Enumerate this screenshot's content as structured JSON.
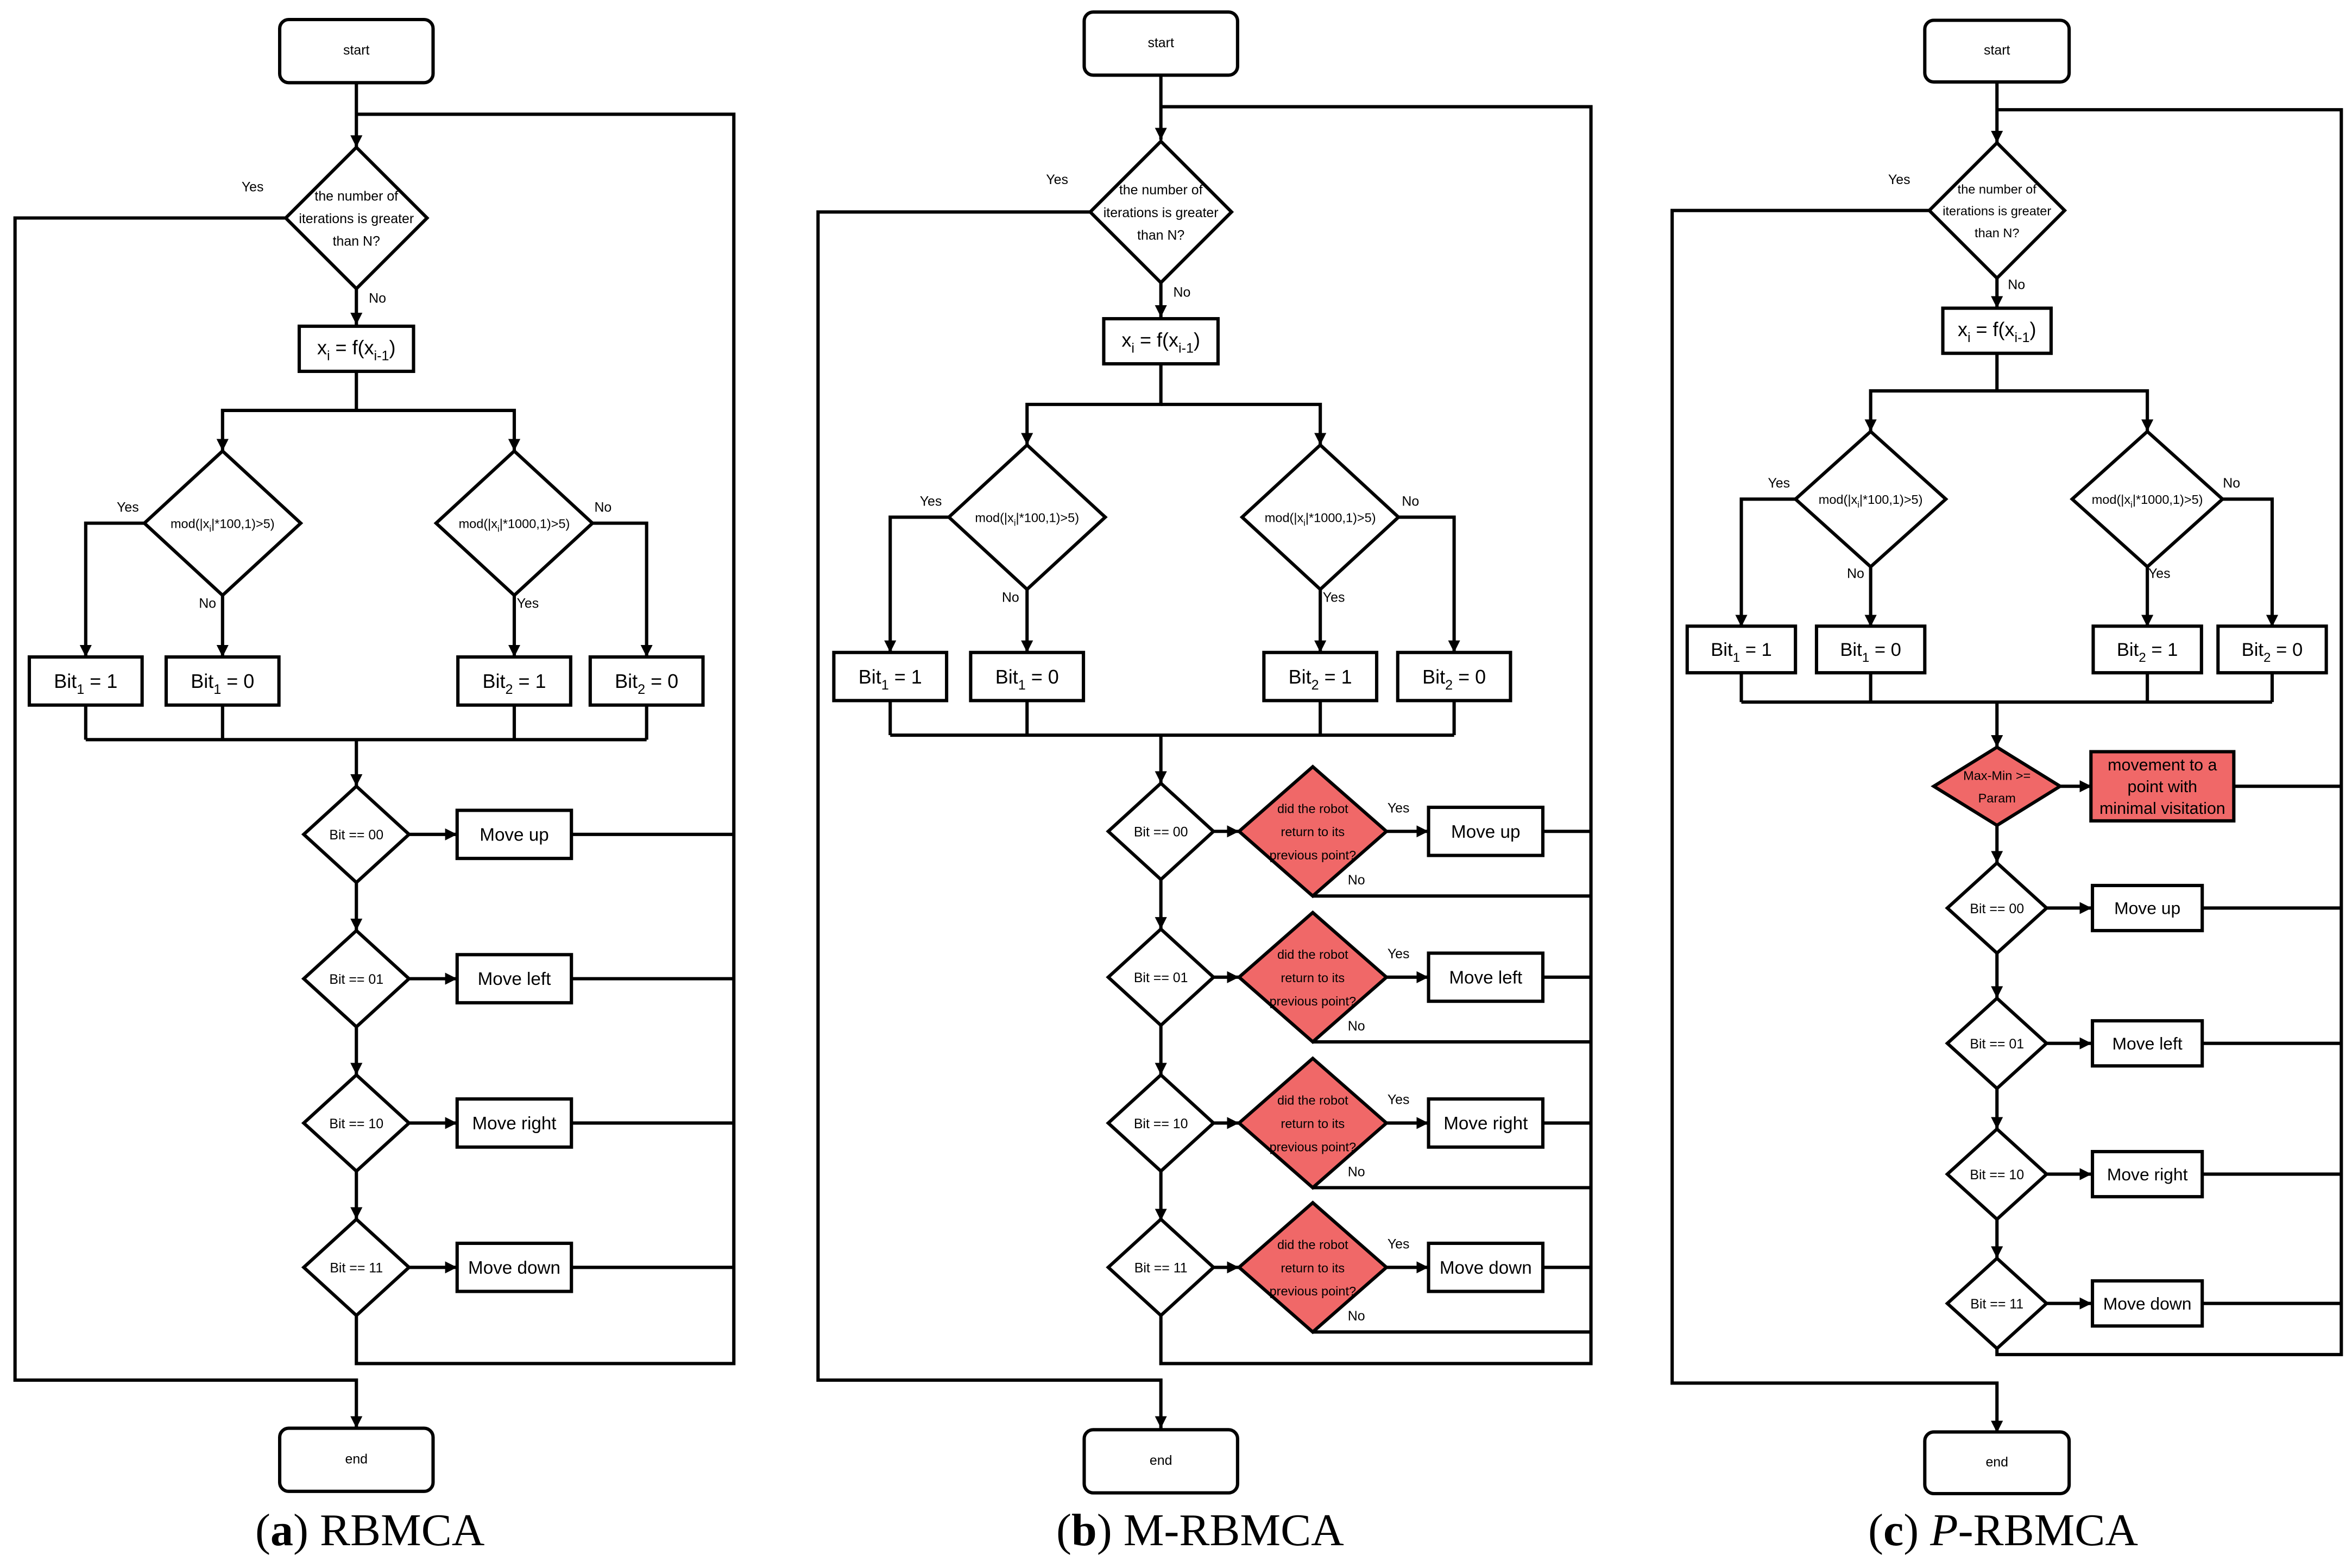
{
  "colors": {
    "highlight": "#F06868",
    "stroke": "#000000",
    "background": "#FFFFFF"
  },
  "text": {
    "start": "start",
    "end": "end",
    "iter_lines": [
      "the number of",
      "iterations is greater",
      "than N?"
    ],
    "yes": "Yes",
    "no": "No",
    "xi_main": "x",
    "xi_sub": "i",
    "xi_eq": " = f(x",
    "xi_sub2": "i-1",
    "xi_close": ")",
    "mod100_pre": "mod(|x",
    "mod100_sub": "i",
    "mod100_post": "|*100,1)>5)",
    "mod1000_pre": "mod(|x",
    "mod1000_sub": "i",
    "mod1000_post": "|*1000,1)>5)",
    "bit": "Bit",
    "bit_sub1": "1",
    "bit_sub2": "2",
    "eq1": " = 1",
    "eq0": " = 0",
    "bit00": "Bit == 00",
    "bit01": "Bit == 01",
    "bit10": "Bit == 10",
    "bit11": "Bit == 11",
    "move_up": "Move up",
    "move_left": "Move left",
    "move_right": "Move right",
    "move_down": "Move down",
    "robot_lines": [
      "did the robot",
      "return to its",
      "previous point?"
    ],
    "maxmin_lines": [
      "Max-Min >=",
      "Param"
    ],
    "minvisit_lines": [
      "movement to a",
      "point with",
      "minimal visitation"
    ]
  },
  "captions": [
    {
      "letter": "a",
      "title": "RBMCA"
    },
    {
      "letter": "b",
      "title": "M-RBMCA"
    },
    {
      "letter": "c",
      "title_italic": "P",
      "title": "-RBMCA"
    }
  ]
}
